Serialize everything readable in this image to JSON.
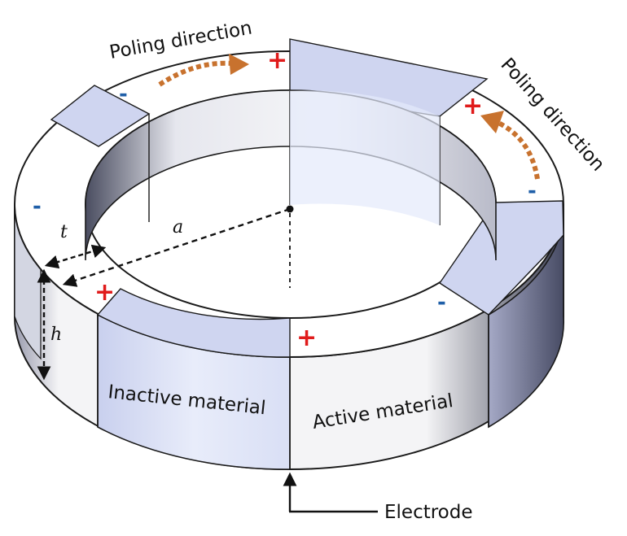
{
  "labels": {
    "poling_direction_top": "Poling direction",
    "poling_direction_right": "Poling direction",
    "inactive_material": "Inactive material",
    "active_material": "Active material",
    "electrode": "Electrode"
  },
  "symbols": {
    "radius": "a",
    "thickness": "t",
    "height": "h",
    "plus": "+",
    "minus": "-"
  },
  "colors": {
    "inactive_fill": "#cfd5f0",
    "inactive_side": "#dfe6f7",
    "active_fill": "#ffffff",
    "outline": "#1a1a1a",
    "plus_sign": "#e01b1b",
    "minus_sign": "#1f5fa8",
    "poling_arrow": "#c8722e"
  }
}
